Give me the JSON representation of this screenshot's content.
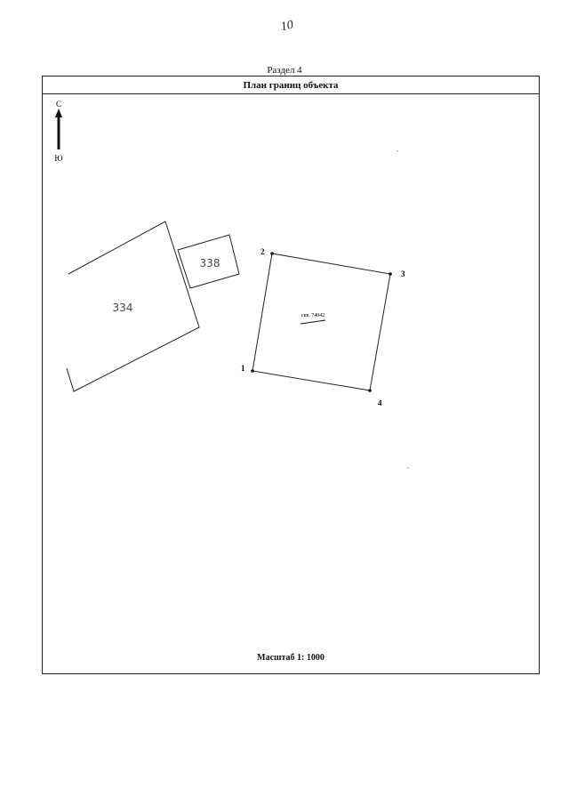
{
  "page_number": "10",
  "section_label": "Раздел 4",
  "frame_title": "План границ объекта",
  "compass": {
    "north_label": "С",
    "south_label": "Ю"
  },
  "neighbor_parcels": [
    {
      "label": "334"
    },
    {
      "label": "338"
    }
  ],
  "object_label": "скв. 74042",
  "points": [
    "1",
    "2",
    "3",
    "4"
  ],
  "scale_text": "Масштаб 1: 1000"
}
